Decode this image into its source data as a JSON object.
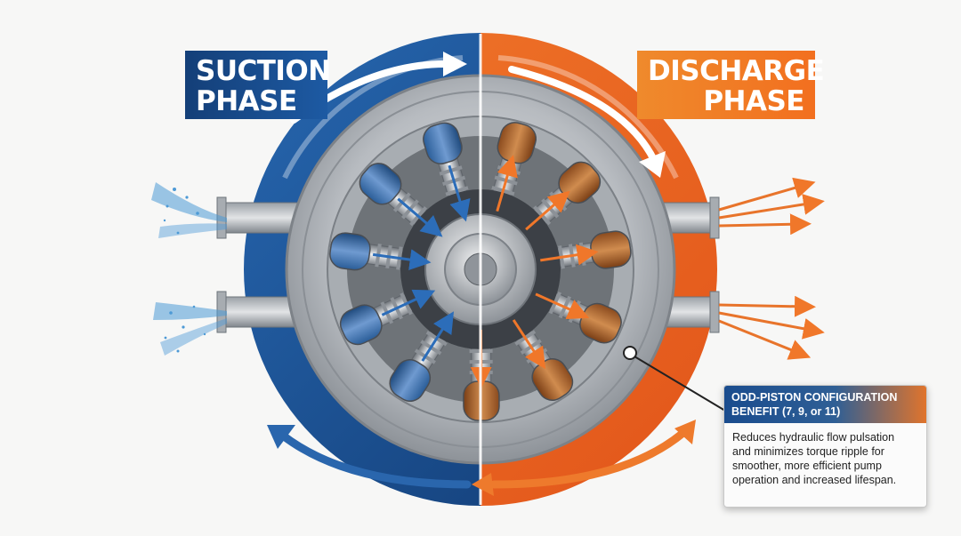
{
  "labels": {
    "suction_line1": "SUCTION",
    "suction_line2": "PHASE",
    "discharge_line1": "DISCHARGE",
    "discharge_line2": "PHASE"
  },
  "callout": {
    "title_line1": "ODD-PISTON CONFIGURATION",
    "title_line2": "BENEFIT (7, 9, or 11)",
    "body_line1": "Reduces hydraulic flow pulsation",
    "body_line2": "and minimizes torque ripple for",
    "body_line3": "smoother, more efficient pump",
    "body_line4": "operation and increased lifespan."
  },
  "colors": {
    "suction": "#1d5aa3",
    "discharge": "#f26f1f",
    "metal": "#b9bdc2",
    "background": "#f7f7f6"
  },
  "icons": [
    "rotation-arrow-icon",
    "flow-arrow-icon",
    "piston-icon"
  ]
}
